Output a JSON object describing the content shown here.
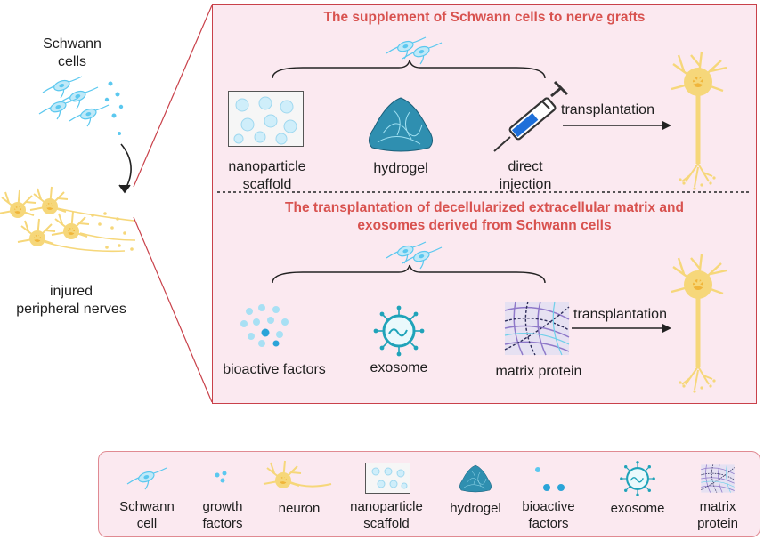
{
  "left": {
    "schwann_label": "Schwann\ncells",
    "injured_label": "injured\nperipheral nerves"
  },
  "top_section": {
    "title": "The supplement of Schwann cells to nerve grafts",
    "items": [
      {
        "label": "nanoparticle\nscaffold"
      },
      {
        "label": "hydrogel"
      },
      {
        "label": "direct\ninjection"
      }
    ],
    "arrow_label": "transplantation"
  },
  "bottom_section": {
    "title": "The transplantation of decellularized extracellular matrix and\nexosomes derived from  Schwann cells",
    "items": [
      {
        "label": "bioactive factors"
      },
      {
        "label": "exosome"
      },
      {
        "label": "matrix protein"
      }
    ],
    "arrow_label": "transplantation"
  },
  "legend": {
    "items": [
      {
        "icon": "schwann-cell-icon",
        "label": "Schwann\ncell"
      },
      {
        "icon": "growth-factors-icon",
        "label": "growth\nfactors"
      },
      {
        "icon": "neuron-icon",
        "label": "neuron"
      },
      {
        "icon": "nanoparticle-scaffold-icon",
        "label": "nanoparticle\nscaffold"
      },
      {
        "icon": "hydrogel-icon",
        "label": "hydrogel"
      },
      {
        "icon": "bioactive-factors-icon",
        "label": "bioactive\nfactors"
      },
      {
        "icon": "exosome-icon",
        "label": "exosome"
      },
      {
        "icon": "matrix-protein-icon",
        "label": "matrix\nprotein"
      }
    ]
  },
  "colors": {
    "title_red": "#d8524f",
    "panel_bg": "#fbe9f0",
    "panel_border": "#c9414a",
    "cell_blue": "#5bc8ef",
    "neuron_yellow": "#f6d77a",
    "exosome_teal": "#1fa3b9"
  }
}
